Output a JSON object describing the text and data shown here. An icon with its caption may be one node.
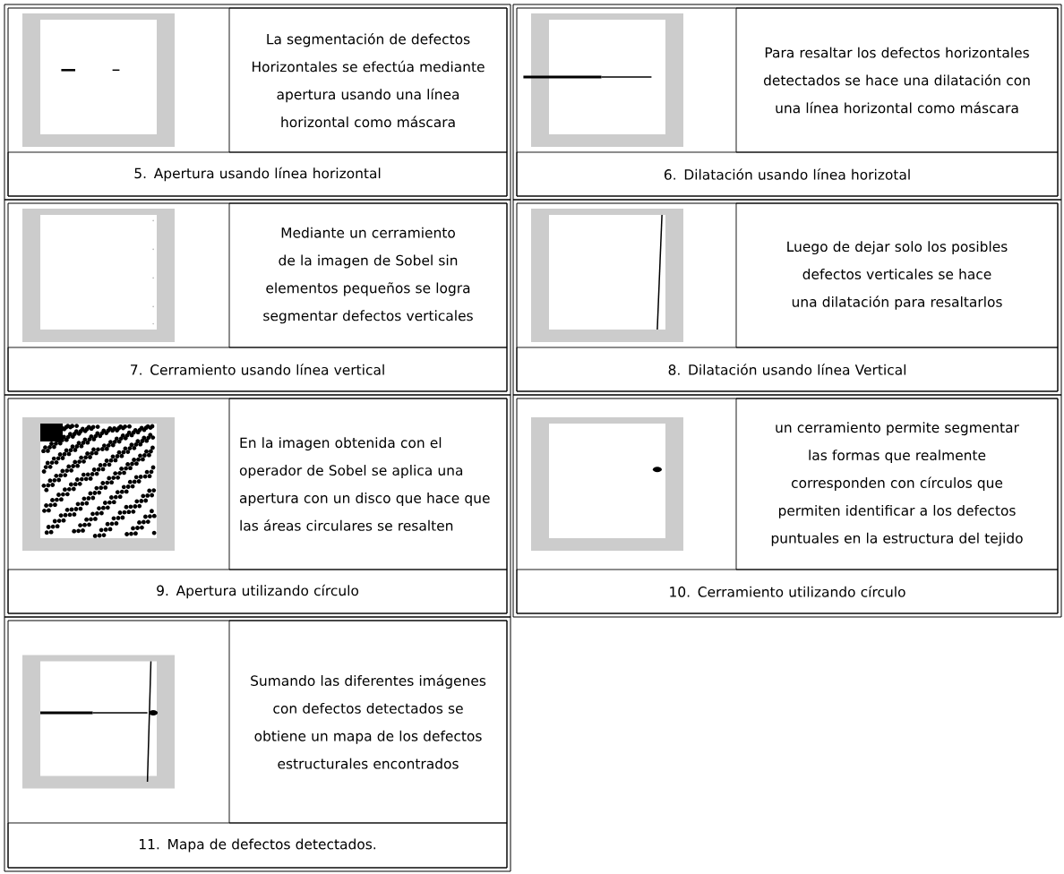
{
  "diagram": {
    "labels": [
      "La segmentación de defectos Horizontales se efectúa mediante apertura usando una línea horizontal como máscara",
      "Para resaltar los defectos horizontales detectados se hace una dilatación con una línea horizontal como máscara",
      "5. Apertura usando línea horizontal",
      "6. Dilatación usando línea horizotal",
      "Mediante un cerramiento de la imagen de Sobel sin elementos pequeños se logra segmentar defectos verticales",
      "Luego de dejar solo los posibles defectos verticales se hace una dilatación para resaltarlos",
      "7. Cerramiento usando línea vertical",
      "8. Dilatación usando línea Vertical",
      "En la imagen obtenida con el operador de Sobel se aplica una apertura con un disco que hace que las áreas circulares se resalten",
      "un cerramiento permite segmentar las formas que realmente corresponden con círculos que permiten identificar a los defectos puntuales en la estructura del tejido",
      "9. Apertura utilizando círculo",
      "10. Cerramiento utilizando círculo",
      "Sumando las diferentes imágenes con defectos detectados se obtiene un mapa de los defectos estructurales encontrados",
      "11. Mapa de defectos detectados."
    ]
  }
}
